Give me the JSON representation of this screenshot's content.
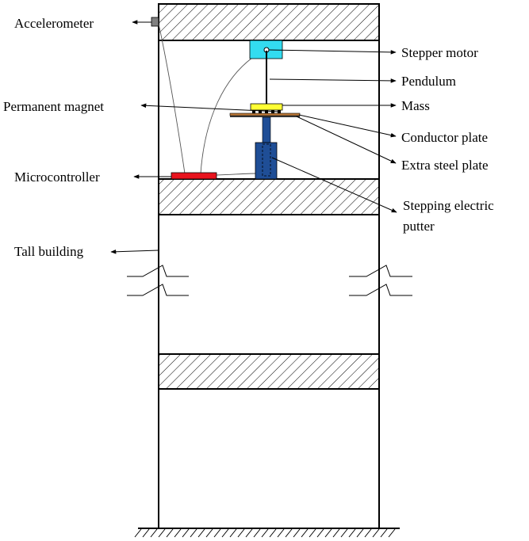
{
  "labels": {
    "accelerometer": "Accelerometer",
    "stepper_motor": "Stepper motor",
    "pendulum": "Pendulum",
    "permanent_magnet": "Permanent magnet",
    "mass": "Mass",
    "conductor_plate": "Conductor plate",
    "microcontroller": "Microcontroller",
    "extra_steel_plate": "Extra steel plate",
    "stepping_electric_putter_line1": "Stepping electric",
    "stepping_electric_putter_line2": "putter",
    "tall_building": "Tall building"
  },
  "colors": {
    "stepper_motor": "#33dcf0",
    "mass": "#ffff33",
    "microcontroller": "#e8141e",
    "putter": "#1f4e96",
    "conductor_plate": "#c07a38",
    "accelerometer": "#808080"
  }
}
